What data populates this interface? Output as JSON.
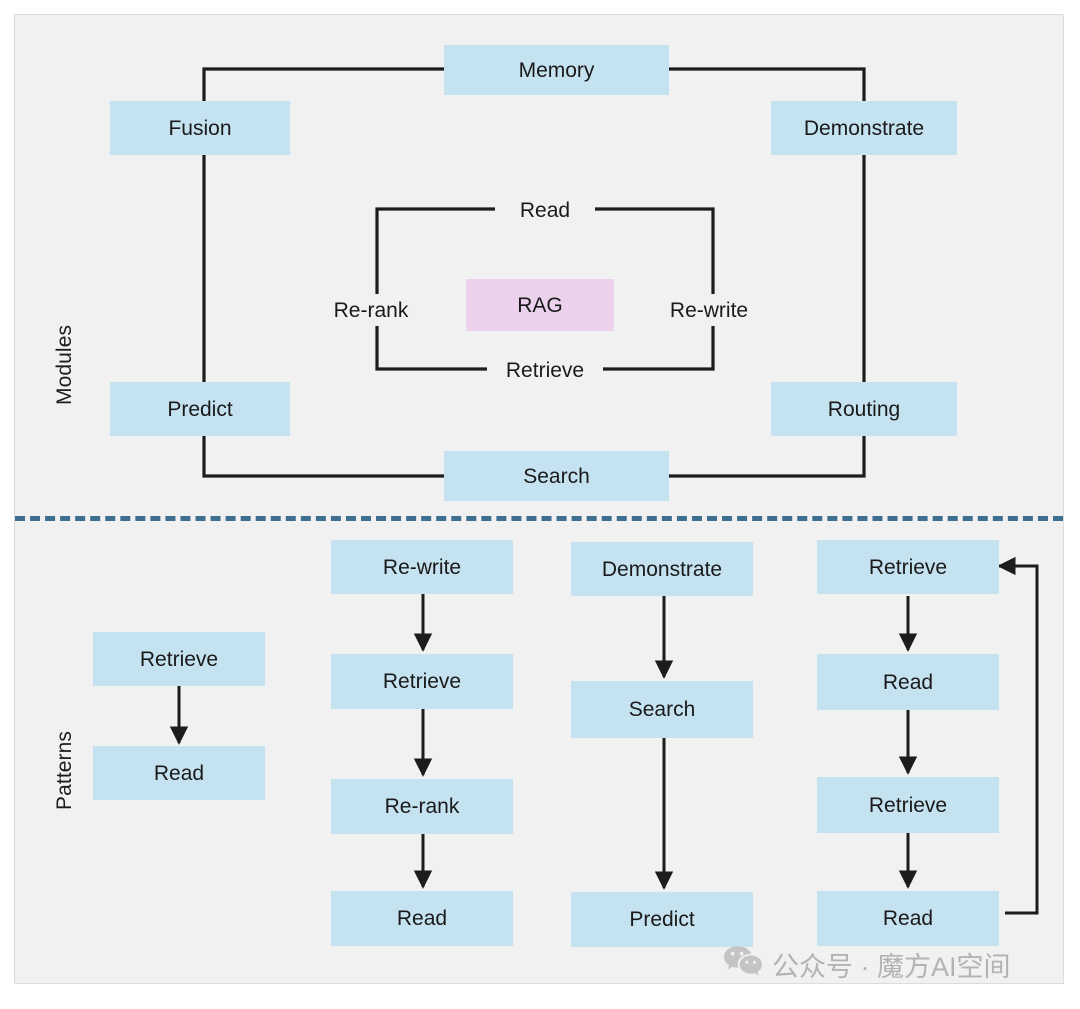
{
  "figure": {
    "background_color": "#f1f1f1",
    "node_color": "#c5e2f1",
    "highlight_color": "#ebd1ec",
    "divider_color": "#3e6f91",
    "line_color": "#1c1c1c"
  },
  "sections": {
    "modules": {
      "label": "Modules",
      "center": {
        "label": "RAG"
      },
      "inner_labels": {
        "top": "Read",
        "bottom": "Retrieve",
        "left": "Re-rank",
        "right": "Re-write"
      },
      "ring_nodes": {
        "top": "Memory",
        "left_top": "Fusion",
        "left_bottom": "Predict",
        "bottom": "Search",
        "right_bottom": "Routing",
        "right_top": "Demonstrate"
      }
    },
    "patterns": {
      "label": "Patterns",
      "flows": [
        {
          "name": "retrieve-read",
          "steps": [
            "Retrieve",
            "Read"
          ],
          "loop": false
        },
        {
          "name": "rewrite-retrieve-rerank-read",
          "steps": [
            "Re-write",
            "Retrieve",
            "Re-rank",
            "Read"
          ],
          "loop": false
        },
        {
          "name": "demonstrate-search-predict",
          "steps": [
            "Demonstrate",
            "Search",
            "Predict"
          ],
          "loop": false
        },
        {
          "name": "iterative-retrieve-read",
          "steps": [
            "Retrieve",
            "Read",
            "Retrieve",
            "Read"
          ],
          "loop": true
        }
      ]
    }
  },
  "watermark": {
    "icon": "wechat-icon",
    "text": "公众号 · 魔方AI空间"
  }
}
